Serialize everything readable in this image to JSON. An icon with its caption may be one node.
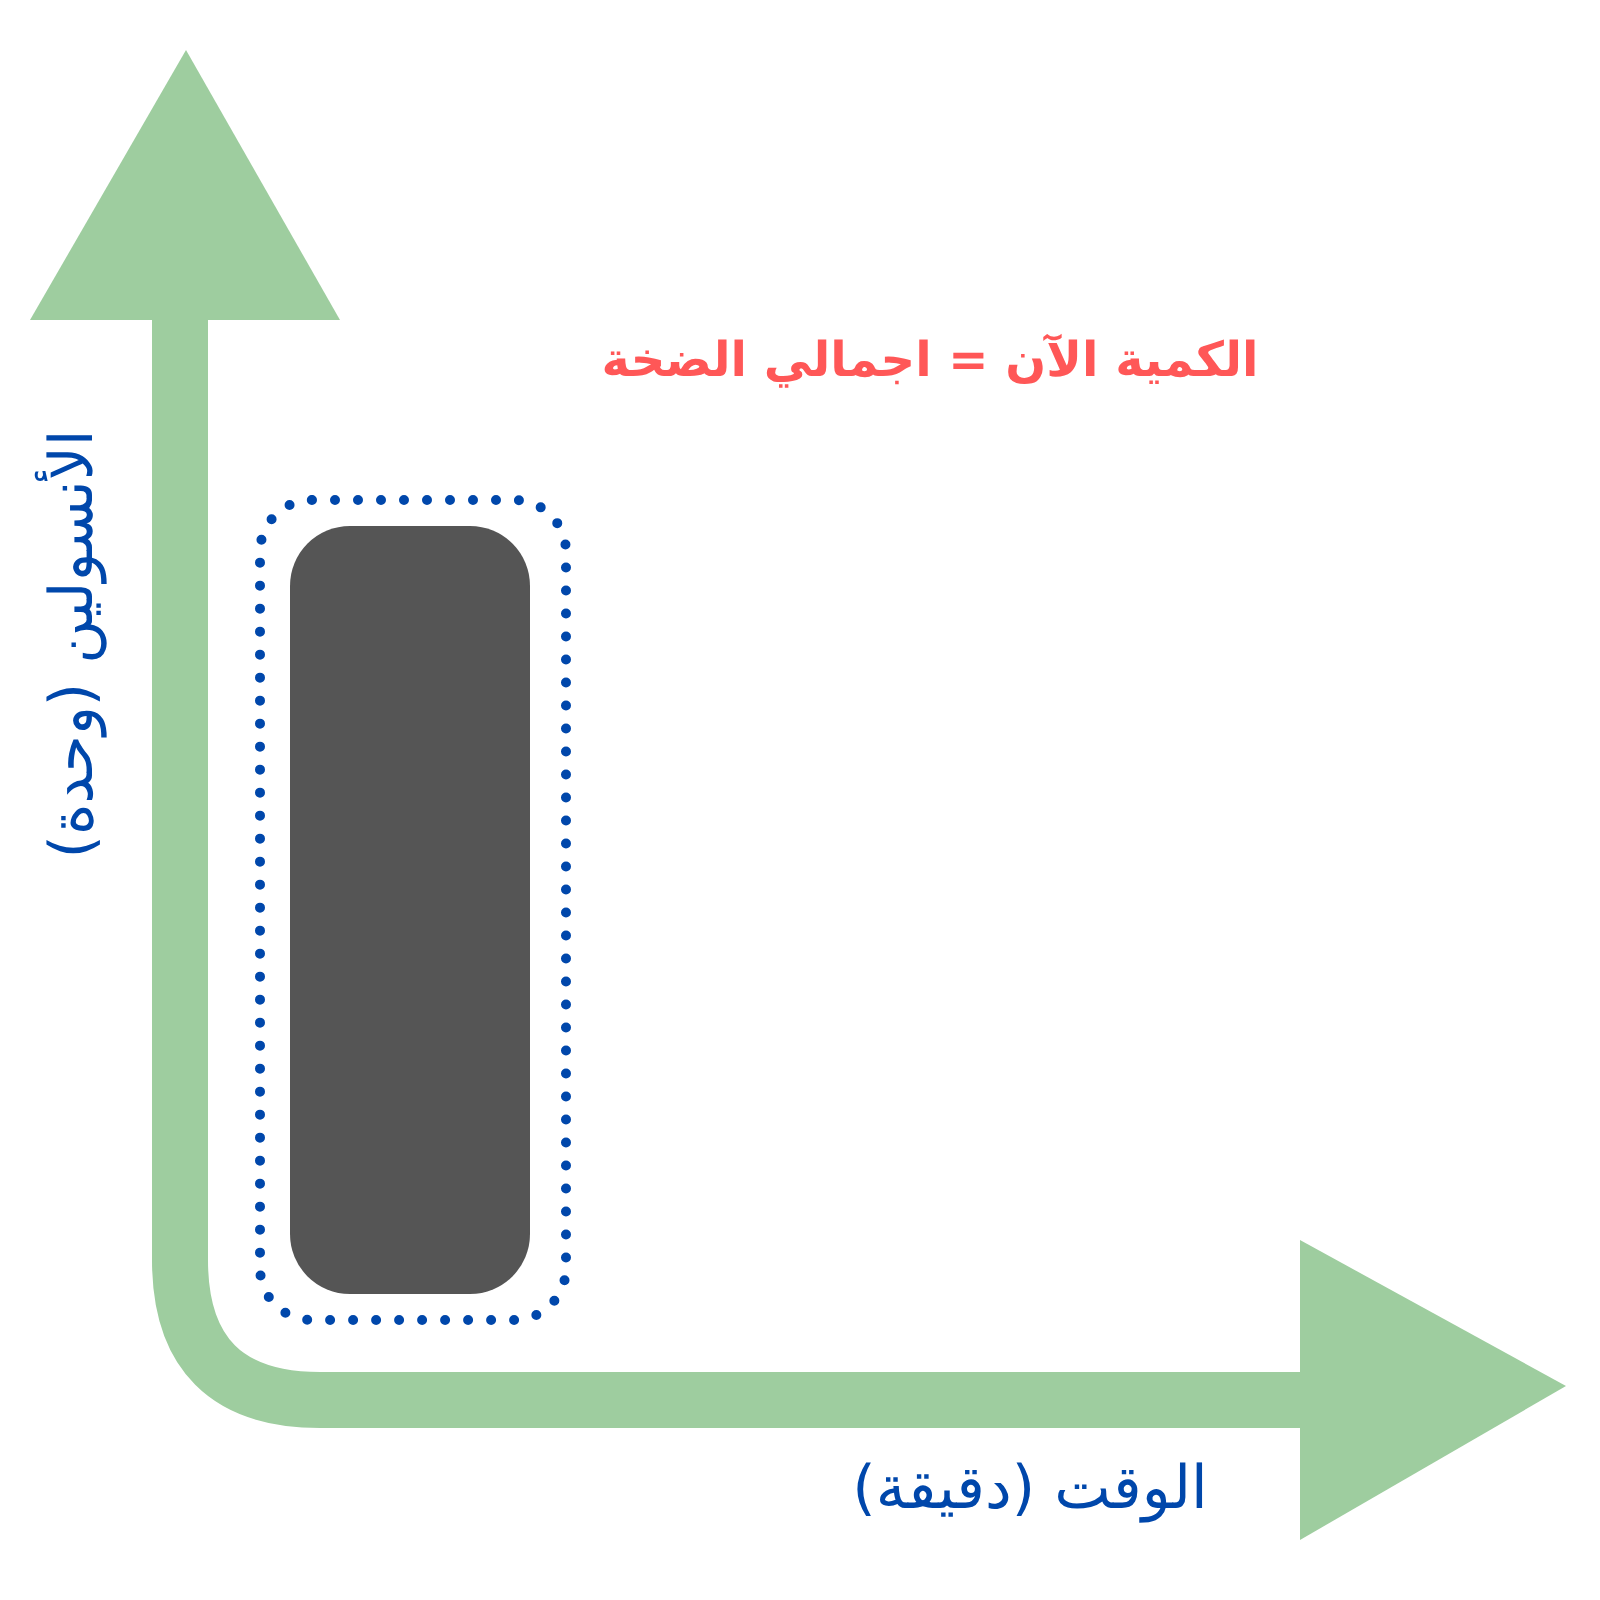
{
  "diagram": {
    "labels": [
      "الكمية الآن = اجمالي الضخة",
      "الأنسولين (وحدة)",
      "الوقت (دقيقة)"
    ]
  }
}
